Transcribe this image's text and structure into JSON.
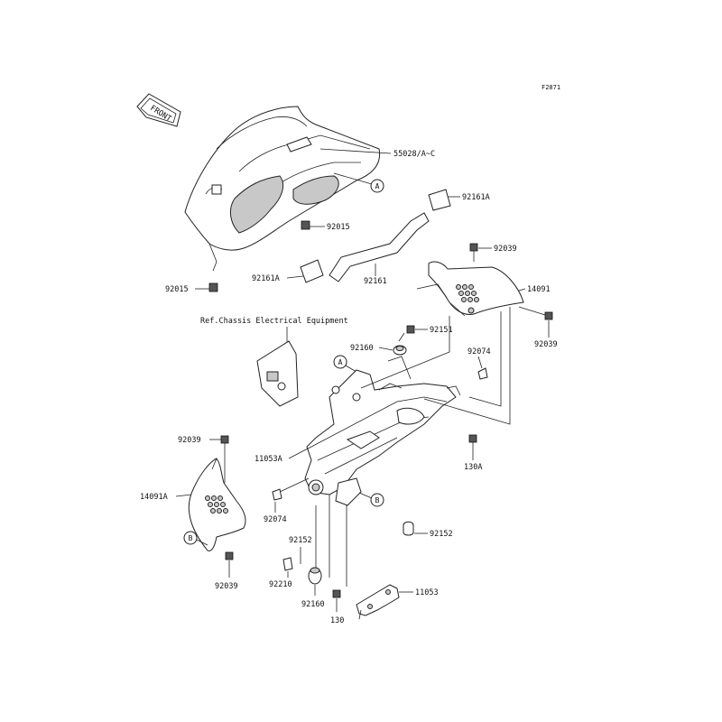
{
  "figure_code": "F2871",
  "front_badge": "FRONT",
  "reference_note": "Ref.Chassis Electrical Equipment",
  "callouts": {
    "a_top": "A",
    "a_mid": "A",
    "b_right": "B",
    "b_left": "B"
  },
  "part_labels": {
    "cowl": "55028/A~C",
    "pad_upper": "92161A",
    "clip_upper": "92015",
    "clip_lower": "92015",
    "pad_lower": "92161A",
    "tube": "92161",
    "bolt_top_right": "92039",
    "cover_right": "14091",
    "bolt_right": "92039",
    "screw_center": "92151",
    "grommet_center": "92160",
    "collar_right": "92074",
    "bolt_130a": "130A",
    "bracket_label": "11053A",
    "bolt_left_top": "92039",
    "cover_left": "14091A",
    "collar_left": "92074",
    "grommet_lower_right": "92152",
    "grommet_lower": "92152",
    "nut_lower": "92210",
    "grommet_lower_2": "92160",
    "bolt_130": "130",
    "stay_lower": "11053",
    "bolt_left_bottom": "92039"
  }
}
